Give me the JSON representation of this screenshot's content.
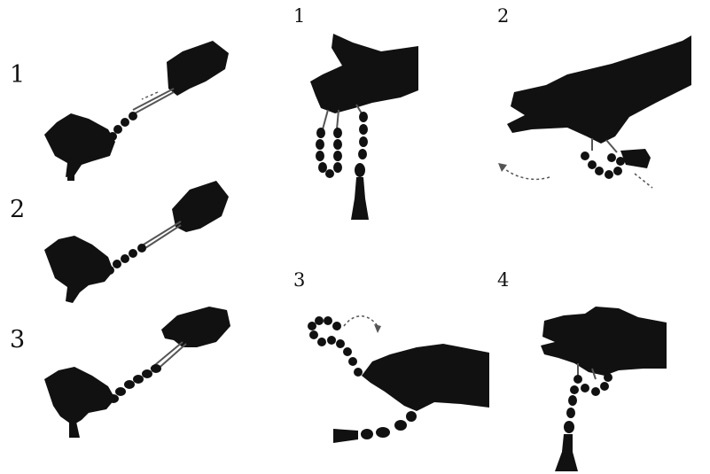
{
  "colors": {
    "silhouette": "#111111",
    "background": "#ffffff",
    "string": "#555555"
  },
  "left_column": {
    "steps": [
      {
        "label": "1",
        "icon": "hands-stretching-beads-icon"
      },
      {
        "label": "2",
        "icon": "hands-holding-beads-icon"
      },
      {
        "label": "3",
        "icon": "hands-pulling-beads-icon"
      }
    ]
  },
  "right_grid": {
    "steps": [
      {
        "label": "1",
        "icon": "hand-hanging-beads-icon"
      },
      {
        "label": "2",
        "icon": "hand-swinging-beads-icon"
      },
      {
        "label": "3",
        "icon": "hand-flipping-beads-icon"
      },
      {
        "label": "4",
        "icon": "hand-dangling-tassel-icon"
      }
    ]
  }
}
